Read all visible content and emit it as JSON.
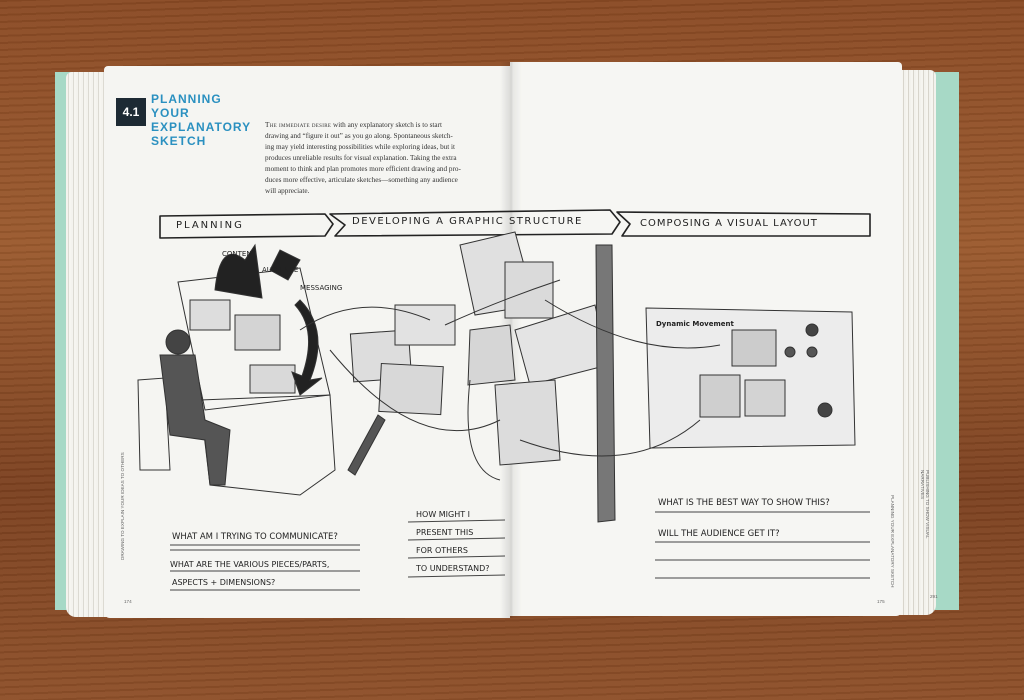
{
  "section": {
    "number": "4.1",
    "title_lines": [
      "PLANNING YOUR",
      "EXPLANATORY",
      "SKETCH"
    ]
  },
  "intro": {
    "lead": "The immediate desire",
    "body_lines": [
      " with any explanatory sketch is to start",
      "drawing and “figure it out” as you go along. Spontaneous sketch-",
      "ing may yield interesting possibilities while exploring ideas, but it",
      "produces unreliable results for visual explanation. Taking the extra",
      "moment to think and plan promotes more efficient drawing and pro-",
      "duces more effective, articulate sketches—something any audience",
      "will appreciate."
    ]
  },
  "banners": {
    "planning": "PLANNING",
    "developing": "DEVELOPING A GRAPHIC STRUCTURE",
    "composing": "COMPOSING A VISUAL LAYOUT"
  },
  "annotations": {
    "content": "CONTENT",
    "audience": "AUDIENCE",
    "messaging": "MESSAGING",
    "dynamic_movement": "Dynamic Movement"
  },
  "questions_left": {
    "q1": "WHAT AM I TRYING TO COMMUNICATE?",
    "q2_line1": "WHAT ARE THE VARIOUS PIECES/PARTS,",
    "q2_line2": "ASPECTS + DIMENSIONS?"
  },
  "questions_center": [
    "HOW MIGHT I",
    "PRESENT THIS",
    "FOR OTHERS",
    "TO UNDERSTAND?"
  ],
  "questions_right": {
    "q1": "WHAT IS THE BEST WAY TO SHOW THIS?",
    "q2": "WILL THE AUDIENCE GET IT?"
  },
  "footer": {
    "left_page_number": "174",
    "right_page_number": "175",
    "right_edge_number": "291",
    "left_spine_text": "DRAWING TO EXPLAIN YOUR IDEAS TO OTHERS",
    "right_spine_text": "PLANNING YOUR EXPLANATORY SKETCH",
    "right_edge_text": "PUBLISHING TO SHOW VISUAL NARRATIVES"
  }
}
